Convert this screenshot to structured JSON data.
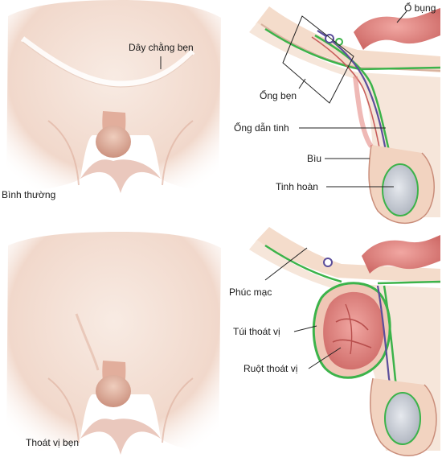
{
  "colors": {
    "skin_light": "#f6e4da",
    "skin_mid": "#eac3b1",
    "skin_shadow": "#c98d7a",
    "intestine": "#e58a86",
    "intestine_dark": "#c85e5c",
    "membrane": "#3cb34a",
    "vas": "#5b4e9b",
    "testis": "#c9ced6",
    "tissue": "#f2d8c6",
    "label_line": "#222222"
  },
  "labels": {
    "inguinal_ligament": "Dây chằng bẹn",
    "normal": "Bình thường",
    "abdomen": "Ổ bụng",
    "inguinal_canal": "Ống bẹn",
    "vas_deferens": "Ống dẫn tinh",
    "scrotum": "Bìu",
    "testis": "Tinh hoàn",
    "peritoneum": "Phúc mạc",
    "hernia_sac": "Túi thoát vị",
    "herniated_bowel": "Ruột thoát vị",
    "inguinal_hernia": "Thoát vị bẹn"
  }
}
